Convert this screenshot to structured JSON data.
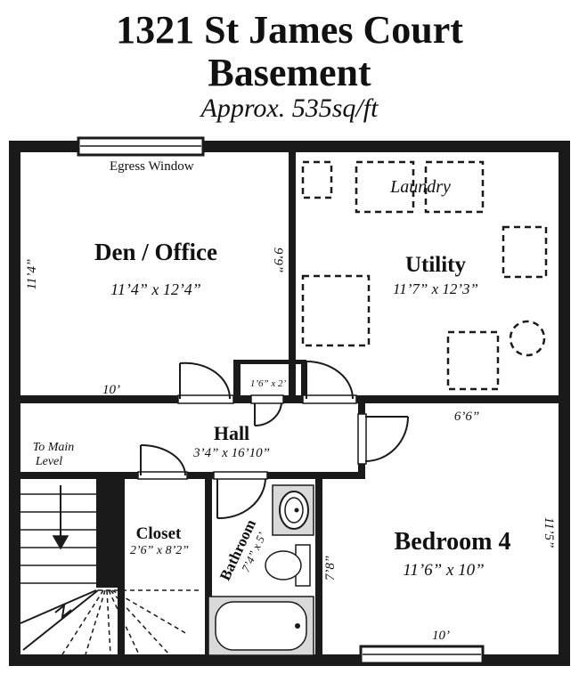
{
  "header": {
    "address": "1321 St James Court",
    "level": "Basement",
    "area": "Approx. 535sq/ft"
  },
  "rooms": {
    "den": {
      "name": "Den / Office",
      "size": "11’4” x 12’4”",
      "dim_left": "11’4”",
      "dim_right": "9’9”",
      "dim_bottom": "10’"
    },
    "utility": {
      "name": "Utility",
      "size": "11’7” x 12’3”",
      "laundry": "Laundry"
    },
    "hall": {
      "name": "Hall",
      "size": "3’4” x 16’10”",
      "closet_small": "1’6” x 2’",
      "dim_right": "6’6”"
    },
    "closet": {
      "name": "Closet",
      "size": "2’6” x 8’2”"
    },
    "bathroom": {
      "name": "Bathroom",
      "size": "7’4” x 5’"
    },
    "bedroom": {
      "name": "Bedroom 4",
      "size": "11’6” x 10”",
      "dim_left": "7’8”",
      "dim_right": "11’5”",
      "dim_bottom": "10’"
    }
  },
  "labels": {
    "egress_window": "Egress Window",
    "to_main_line1": "To Main",
    "to_main_line2": "Level"
  }
}
